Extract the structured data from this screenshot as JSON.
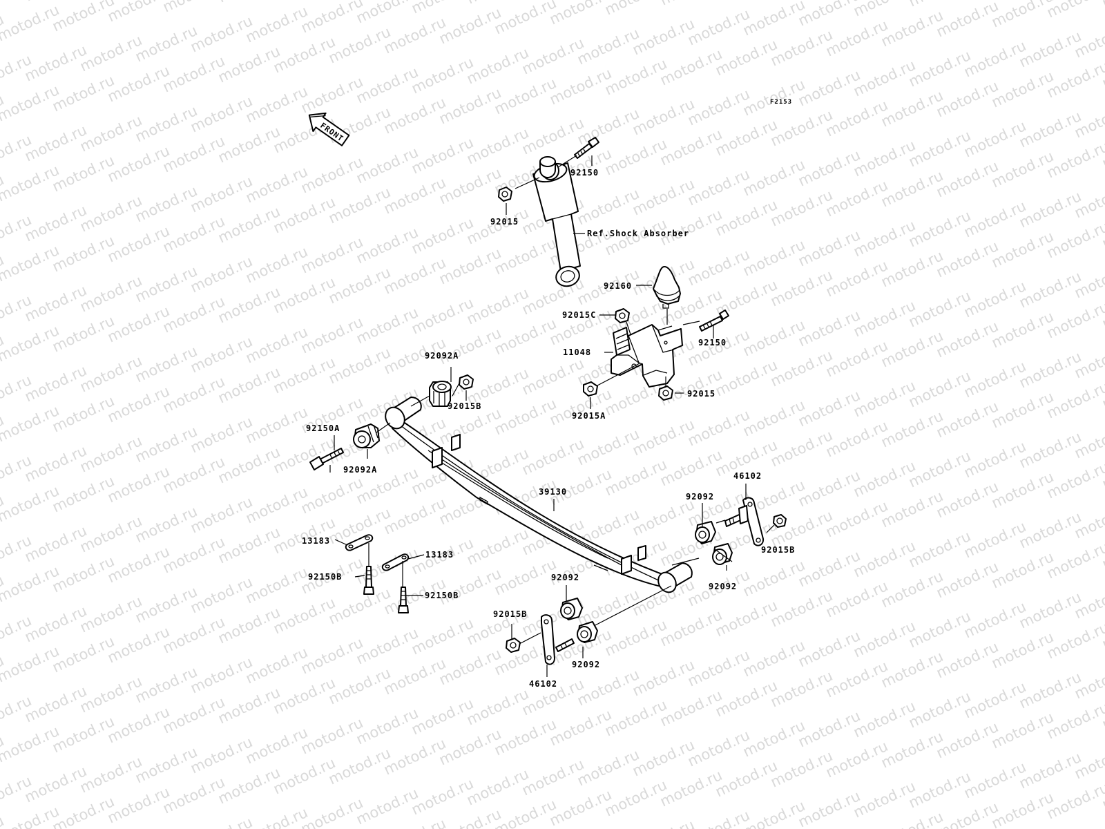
{
  "figure_code": "F2153",
  "front_arrow_label": "FRONT",
  "watermark_text": "motod.ru",
  "labels": {
    "p92150_top": "92150",
    "p92015_top": "92015",
    "ref_shock": "Ref.Shock Absorber",
    "p92160": "92160",
    "p92015C": "92015C",
    "p92150_bracket": "92150",
    "p11048": "11048",
    "p92015_bracket": "92015",
    "p92015A": "92015A",
    "p92092A_top": "92092A",
    "p92015B_front": "92015B",
    "p92150A": "92150A",
    "p92092A_low": "92092A",
    "p39130": "39130",
    "p46102_rear": "46102",
    "p92092_rear_top": "92092",
    "p92015B_rear": "92015B",
    "p92092_rear_low": "92092",
    "p13183_left": "13183",
    "p13183_right": "13183",
    "p92150B_left": "92150B",
    "p92150B_right": "92150B",
    "p92092_mid_top": "92092",
    "p92015B_lower": "92015B",
    "p92092_mid_low": "92092",
    "p46102_lower": "46102"
  }
}
